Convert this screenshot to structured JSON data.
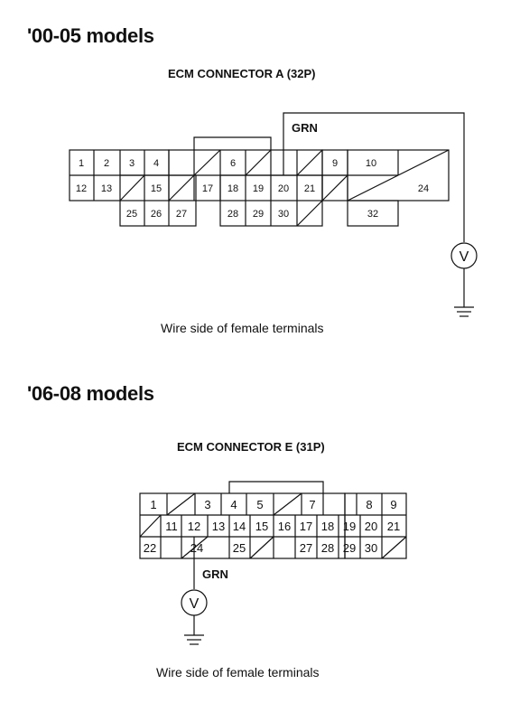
{
  "section1": {
    "title": "'00-05 models",
    "connector_title": "ECM CONNECTOR A (32P)",
    "wire_label": "GRN",
    "caption": "Wire side of female terminals",
    "pins": [
      "1",
      "2",
      "3",
      "4",
      "6",
      "9",
      "10",
      "12",
      "13",
      "15",
      "17",
      "18",
      "19",
      "20",
      "21",
      "24",
      "25",
      "26",
      "27",
      "28",
      "29",
      "30",
      "32"
    ]
  },
  "section2": {
    "title": "'06-08 models",
    "connector_title": "ECM CONNECTOR E (31P)",
    "wire_label": "GRN",
    "caption": "Wire side of female terminals",
    "pins": [
      "1",
      "3",
      "4",
      "5",
      "7",
      "8",
      "9",
      "11",
      "12",
      "13",
      "14",
      "15",
      "16",
      "17",
      "18",
      "19",
      "20",
      "21",
      "22",
      "24",
      "25",
      "27",
      "28",
      "29",
      "30"
    ]
  },
  "meter_symbol": "V"
}
